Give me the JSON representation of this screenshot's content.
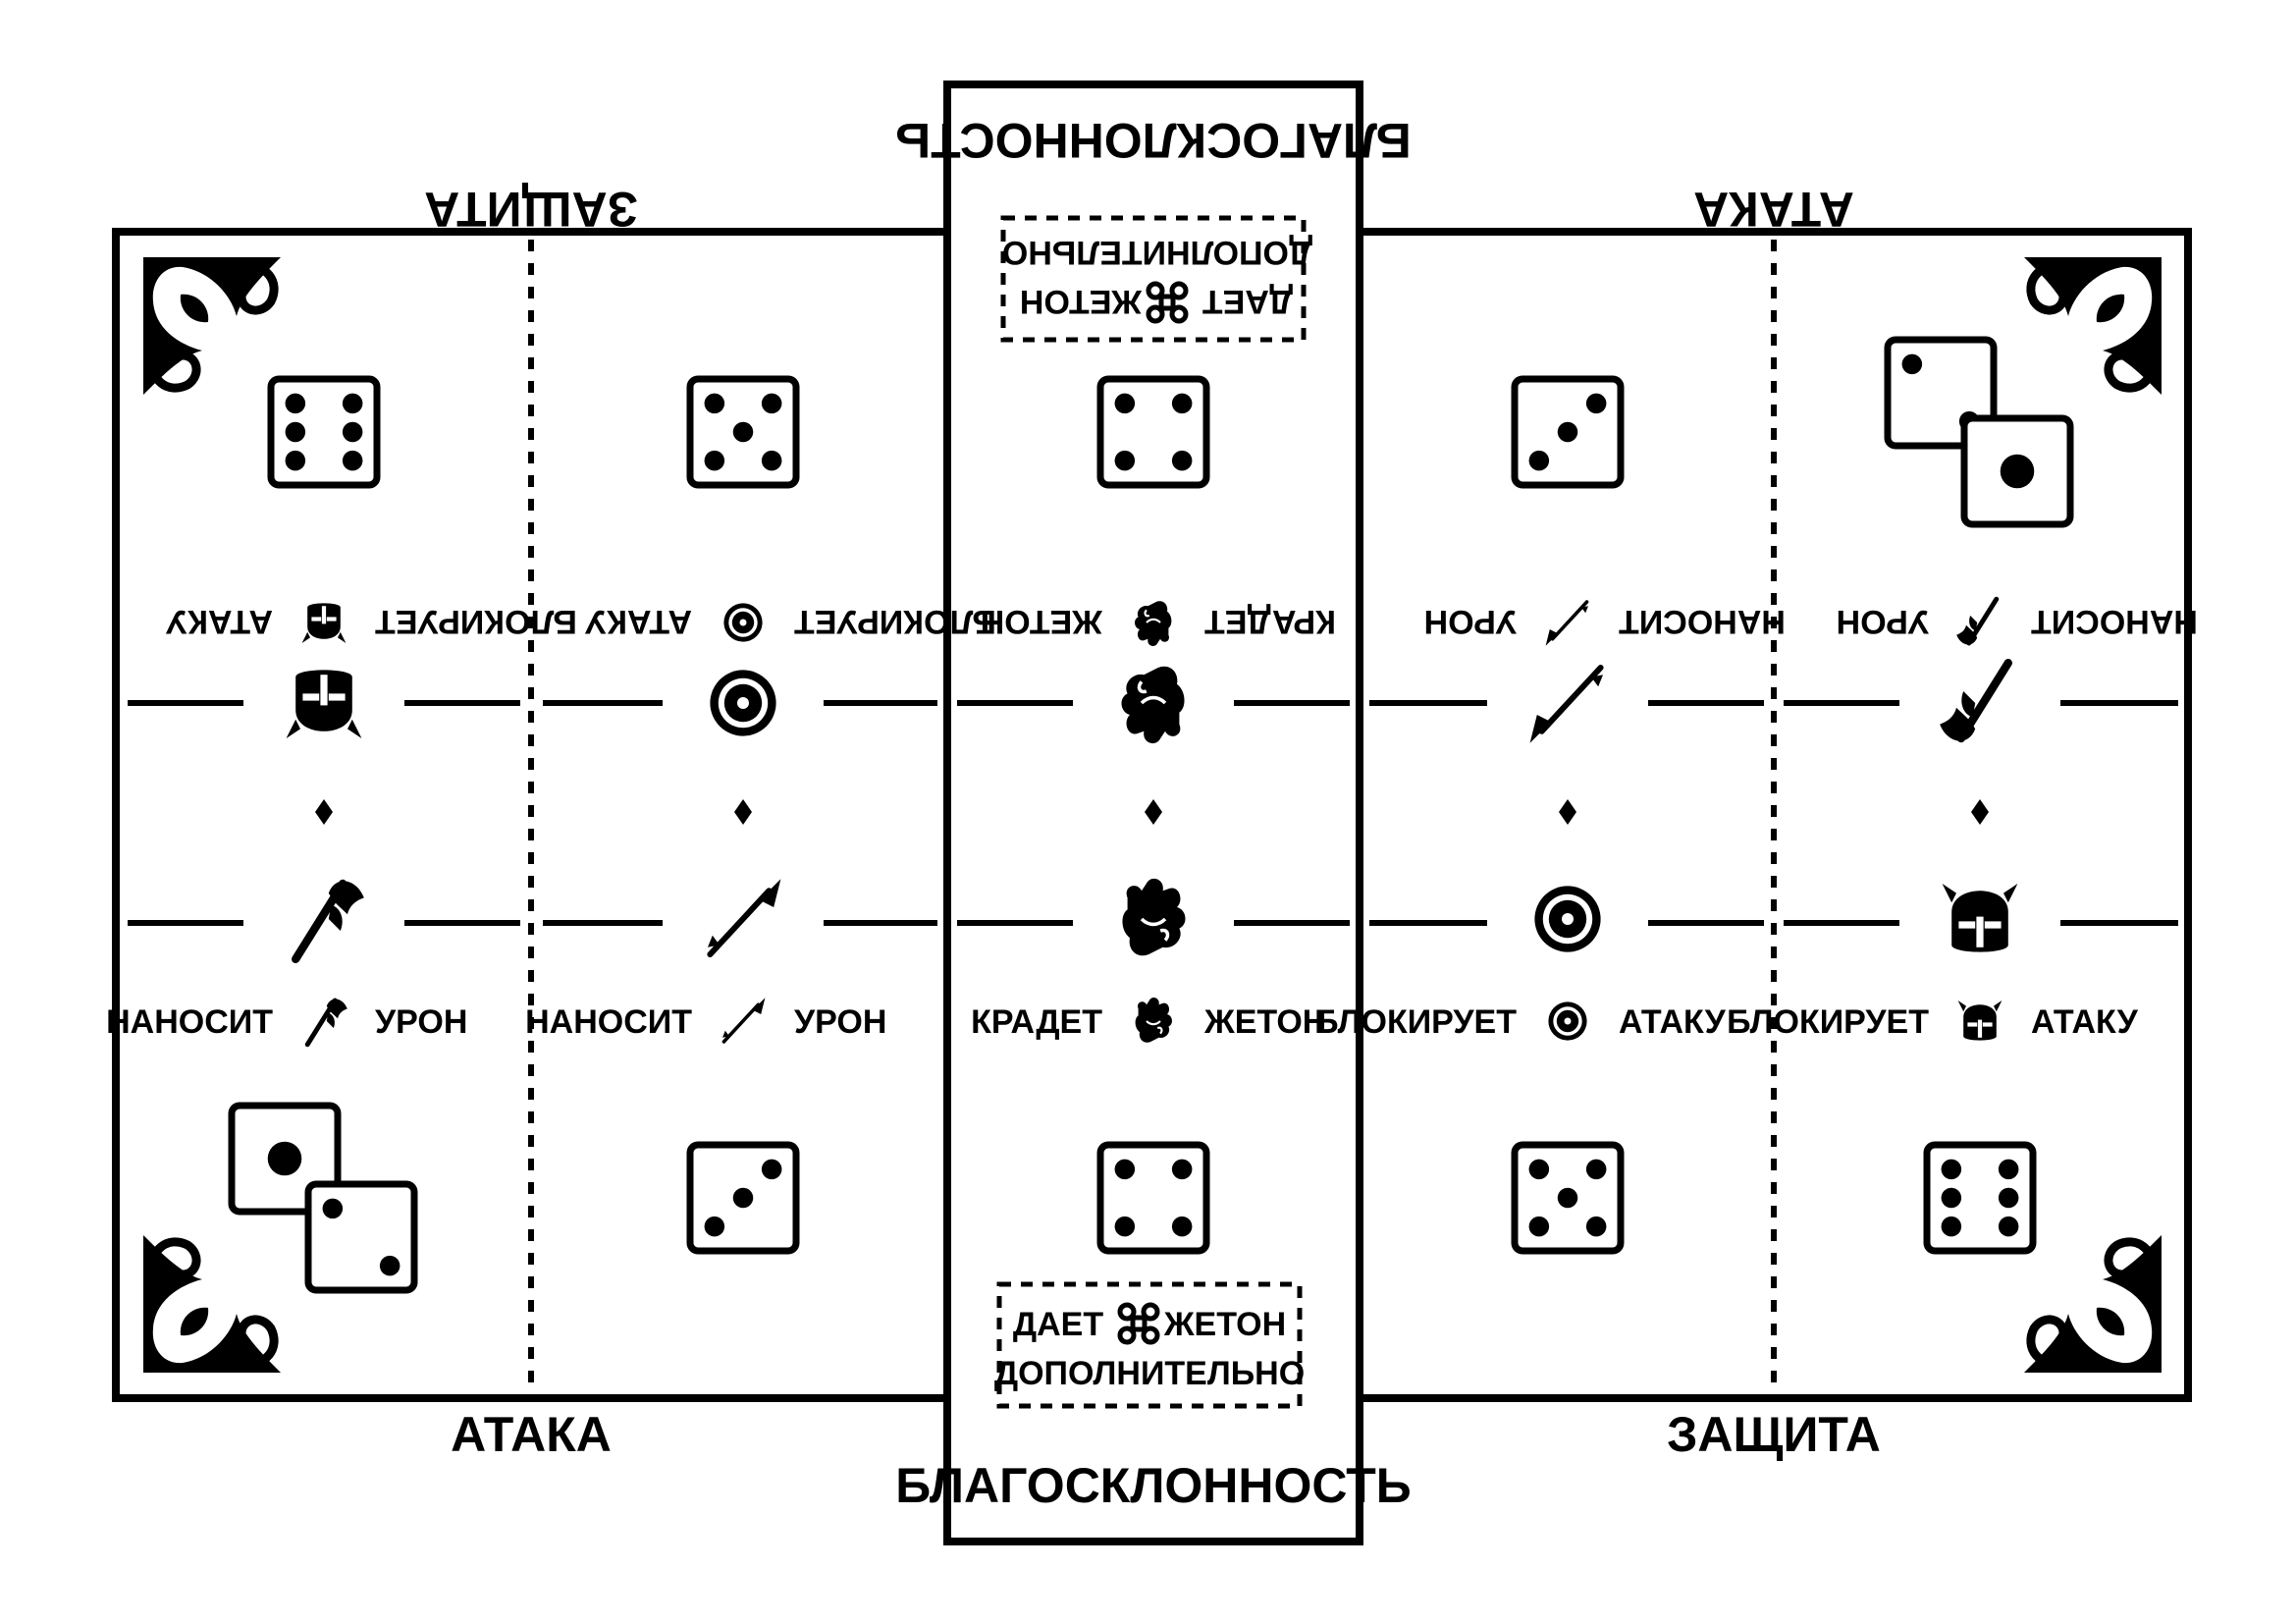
{
  "panels": {
    "attack": {
      "title_bottom": "АТАКА",
      "title_top": "ЗАЩИТА",
      "columns": [
        {
          "top_text": "БЛОКИРУЕТ",
          "top_text2": "АТАКУ",
          "top_icon": "helmet-icon",
          "bottom_icon": "axe-icon",
          "bottom_text": "НАНОСИТ",
          "bottom_text2": "УРОН",
          "top_dice": [
            6
          ],
          "bottom_dice": [
            1,
            2
          ]
        },
        {
          "top_text": "БЛОКИРУЕТ",
          "top_text2": "АТАКУ",
          "top_icon": "shield-icon",
          "bottom_icon": "spear-icon",
          "bottom_text": "НАНОСИТ",
          "bottom_text2": "УРОН",
          "top_dice": [
            5
          ],
          "bottom_dice": [
            3
          ]
        }
      ]
    },
    "favor": {
      "title_bottom": "БЛАГОСКЛОННОСТЬ",
      "title_top": "БЛАГОСКЛОННОСТЬ",
      "box_line1": "ДАЕТ",
      "box_line1b": "ЖЕТОН",
      "box_line2": "ДОПОЛНИТЕЛЬНО",
      "top_text": "КРАДЕТ",
      "top_text2": "ЖЕТОН",
      "bottom_text": "КРАДЕТ",
      "bottom_text2": "ЖЕТОН",
      "token_icon": "token-knot-icon",
      "top_icon": "hand-icon",
      "bottom_icon": "hand-icon",
      "top_dice": [
        4
      ],
      "bottom_dice": [
        4
      ]
    },
    "defense": {
      "title_bottom": "ЗАЩИТА",
      "title_top": "АТАКА",
      "columns": [
        {
          "top_text": "НАНОСИТ",
          "top_text2": "УРОН",
          "top_icon": "spear-icon",
          "bottom_icon": "shield-icon",
          "bottom_text": "БЛОКИРУЕТ",
          "bottom_text2": "АТАКУ",
          "top_dice": [
            3
          ],
          "bottom_dice": [
            5
          ]
        },
        {
          "top_text": "НАНОСИТ",
          "top_text2": "УРОН",
          "top_icon": "axe-icon",
          "bottom_icon": "helmet-icon",
          "bottom_text": "БЛОКИРУЕТ",
          "bottom_text2": "АТАКУ",
          "top_dice": [
            2,
            1
          ],
          "bottom_dice": [
            6
          ]
        }
      ]
    }
  },
  "decor": {
    "corner_icon": "celtic-knot-icon",
    "separator_icon": "diamond-icon"
  },
  "colors": {
    "ink": "#000000",
    "paper": "#ffffff"
  }
}
